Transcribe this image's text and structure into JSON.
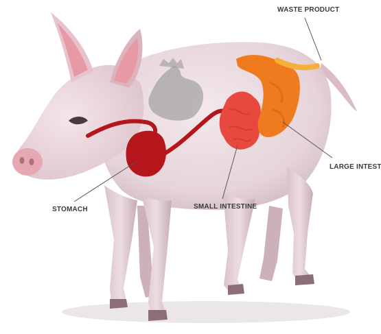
{
  "labels": {
    "waste_product": "WASTE PRODUCT",
    "large_intestine": "LARGE INTESTINE",
    "small_intestine": "SMALL INTESTINE",
    "stomach": "STOMACH"
  },
  "colors": {
    "background": "#ffffff",
    "pig_body": "#e9d9de",
    "pig_shadow": "#cdb5bd",
    "pig_pink": "#e79aa6",
    "esophagus_stomach": "#b4161b",
    "small_intestine": "#e8483e",
    "large_intestine": "#f07a1e",
    "waste_tract": "#f5b03c",
    "other_organs": "#9a9a9a",
    "leader_line": "#555555"
  },
  "icons": {
    "pig": "pig-illustration"
  }
}
